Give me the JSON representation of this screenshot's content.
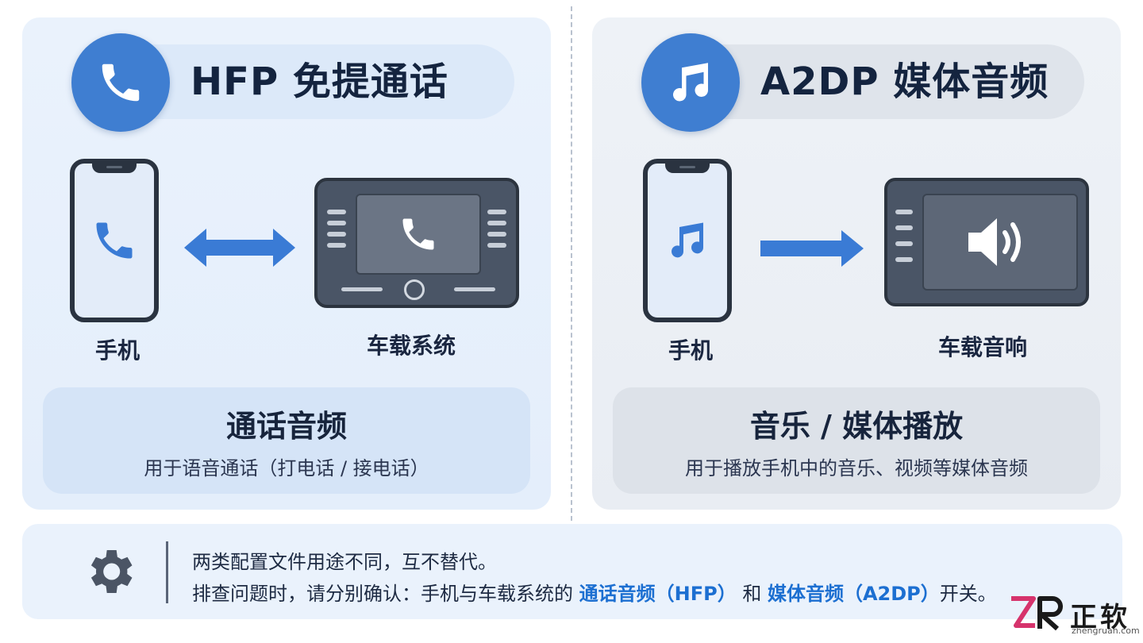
{
  "left": {
    "title": "HFP 免提通话",
    "title_icon": "phone-icon",
    "device_a": "手机",
    "device_b": "车载系统",
    "connection": "bidirectional-arrow",
    "info_title": "通话音频",
    "info_desc": "用于语音通话（打电话 / 接电话）"
  },
  "right": {
    "title": "A2DP 媒体音频",
    "title_icon": "music-note-icon",
    "device_a": "手机",
    "device_b": "车载音响",
    "connection": "right-arrow",
    "info_title": "音乐 / 媒体播放",
    "info_desc": "用于播放手机中的音乐、视频等媒体音频"
  },
  "note": {
    "icon": "gear-icon",
    "line1": "两类配置文件用途不同，互不替代。",
    "line2_prefix": "排查问题时，请分别确认：手机与车载系统的 ",
    "line2_hl1": "通话音频（HFP）",
    "line2_mid": " 和 ",
    "line2_hl2": "媒体音频（A2DP）",
    "line2_suffix": "开关。"
  },
  "logo": {
    "mark": "ZR",
    "name": "正软",
    "url": "zhengruan.com"
  },
  "colors": {
    "accent_blue": "#3f7ed1",
    "highlight": "#1c6fd1",
    "dark": "#2a3340"
  }
}
